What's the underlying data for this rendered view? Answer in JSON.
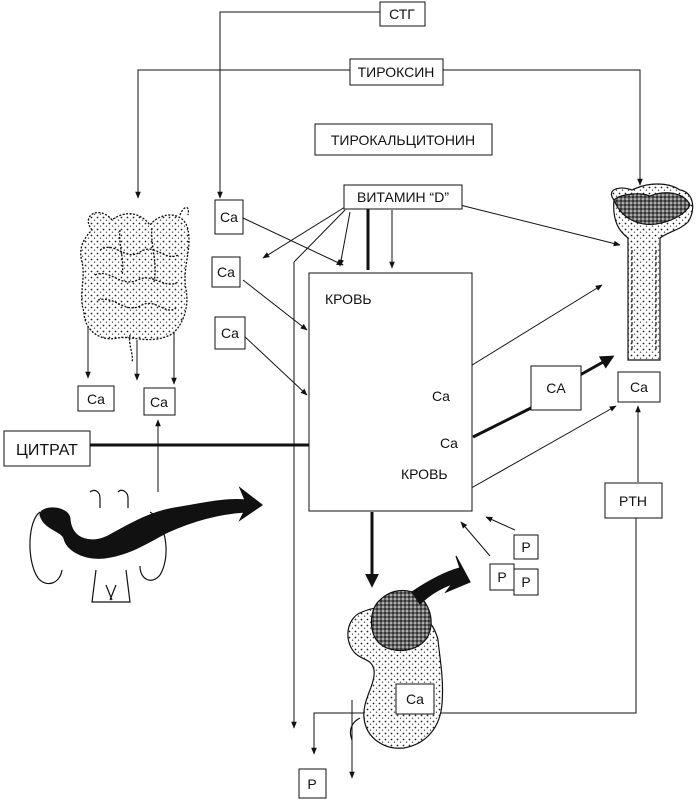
{
  "labels": {
    "stg": "СТГ",
    "thyroxine": "ТИРОКСИН",
    "thyrocalcitonin": "ТИРОКАЛЬЦИТОНИН",
    "vitamin_d": "ВИТАМИН “D”",
    "ca_input_1": "Ca",
    "ca_input_2": "Ca",
    "ca_input_3": "Ca",
    "ca_intestine_1": "Ca",
    "ca_intestine_2": "Ca",
    "citrate": "ЦИТРАТ",
    "blood_top": "КРОВЬ",
    "blood_ca_1": "Ca",
    "blood_ca_2": "Ca",
    "blood_bottom": "КРОВЬ",
    "ca_to_bone": "CA",
    "ca_bone": "Ca",
    "pth": "PTH",
    "p_1": "P",
    "p_2": "P",
    "p_3": "P",
    "ca_kidney": "Ca",
    "p_bottom": "P"
  }
}
